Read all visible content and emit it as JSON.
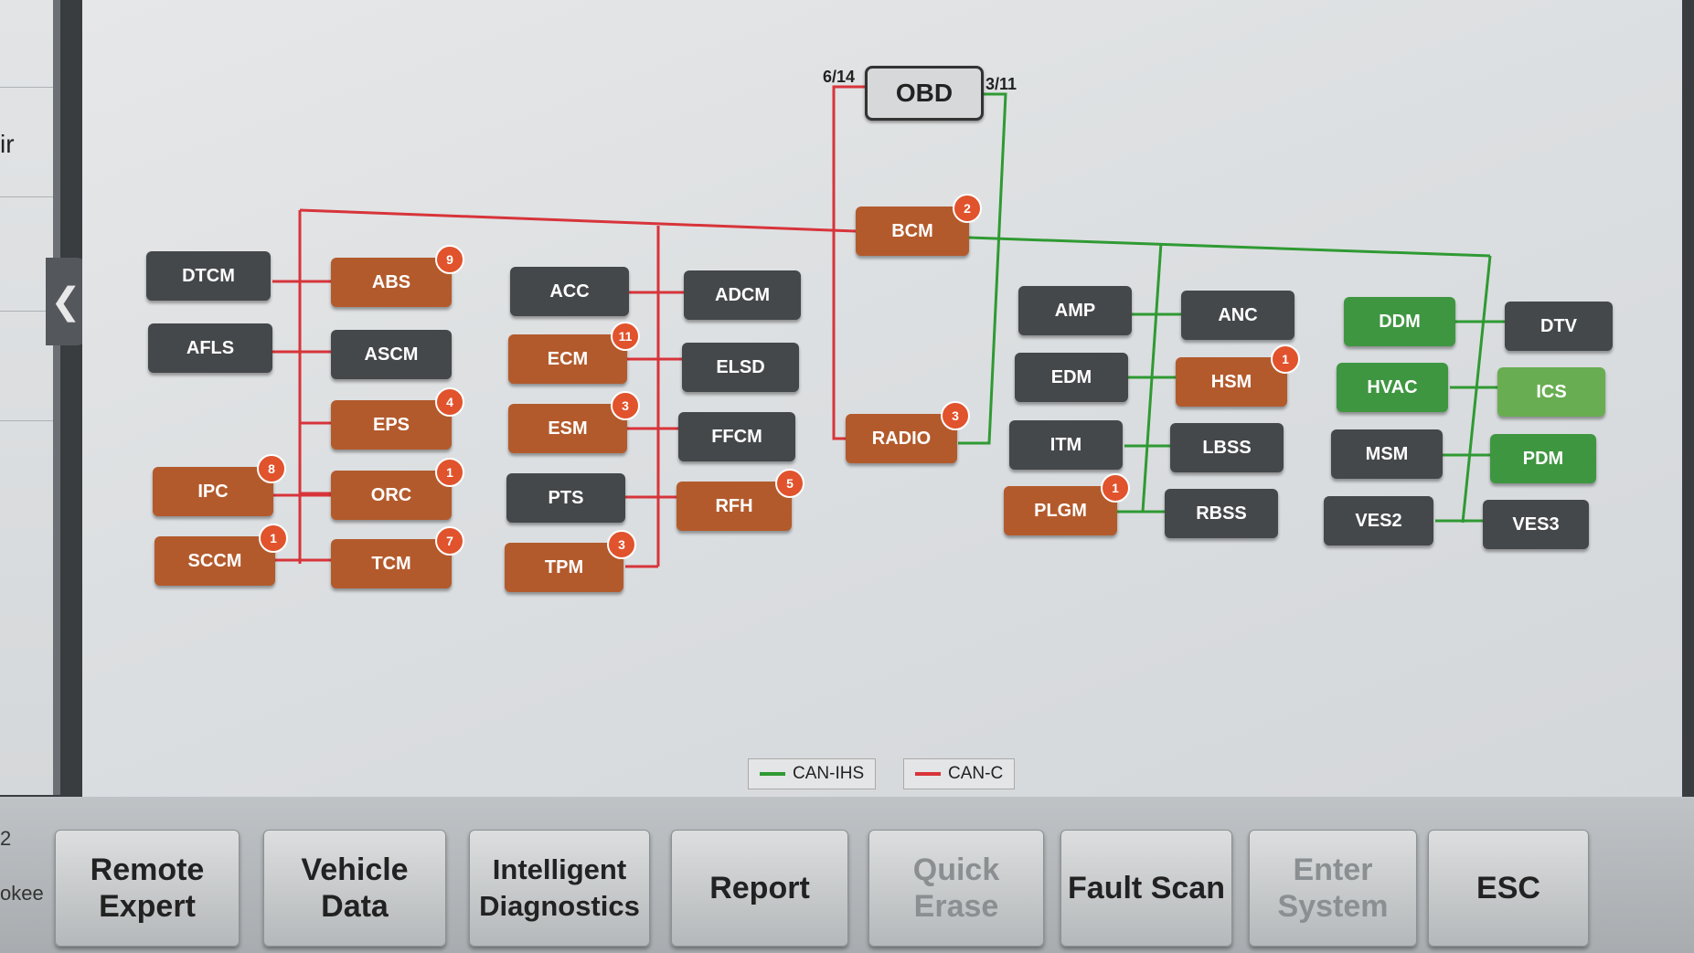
{
  "sidebar": {
    "partial_text_1": "ir",
    "partial_text_2": "2",
    "partial_text_3": "okee"
  },
  "gateway": {
    "label": "OBD",
    "pin_left": "6/14",
    "pin_right": "3/11"
  },
  "modules": [
    {
      "id": "DTCM",
      "label": "DTCM",
      "style": "dark"
    },
    {
      "id": "AFLS",
      "label": "AFLS",
      "style": "dark"
    },
    {
      "id": "IPC",
      "label": "IPC",
      "style": "orange",
      "faults": "8"
    },
    {
      "id": "SCCM",
      "label": "SCCM",
      "style": "orange",
      "faults": "1"
    },
    {
      "id": "ABS",
      "label": "ABS",
      "style": "orange",
      "faults": "9"
    },
    {
      "id": "ASCM",
      "label": "ASCM",
      "style": "dark"
    },
    {
      "id": "EPS",
      "label": "EPS",
      "style": "orange",
      "faults": "4"
    },
    {
      "id": "ORC",
      "label": "ORC",
      "style": "orange",
      "faults": "1"
    },
    {
      "id": "TCM",
      "label": "TCM",
      "style": "orange",
      "faults": "7"
    },
    {
      "id": "ACC",
      "label": "ACC",
      "style": "dark"
    },
    {
      "id": "ECM",
      "label": "ECM",
      "style": "orange",
      "faults": "11"
    },
    {
      "id": "ESM",
      "label": "ESM",
      "style": "orange",
      "faults": "3"
    },
    {
      "id": "PTS",
      "label": "PTS",
      "style": "dark"
    },
    {
      "id": "TPM",
      "label": "TPM",
      "style": "orange",
      "faults": "3"
    },
    {
      "id": "ADCM",
      "label": "ADCM",
      "style": "dark"
    },
    {
      "id": "ELSD",
      "label": "ELSD",
      "style": "dark"
    },
    {
      "id": "FFCM",
      "label": "FFCM",
      "style": "dark"
    },
    {
      "id": "RFH",
      "label": "RFH",
      "style": "orange",
      "faults": "5"
    },
    {
      "id": "BCM",
      "label": "BCM",
      "style": "orange",
      "faults": "2"
    },
    {
      "id": "RADIO",
      "label": "RADIO",
      "style": "orange",
      "faults": "3"
    },
    {
      "id": "AMP",
      "label": "AMP",
      "style": "dark"
    },
    {
      "id": "EDM",
      "label": "EDM",
      "style": "dark"
    },
    {
      "id": "ITM",
      "label": "ITM",
      "style": "dark"
    },
    {
      "id": "PLGM",
      "label": "PLGM",
      "style": "orange",
      "faults": "1"
    },
    {
      "id": "ANC",
      "label": "ANC",
      "style": "dark"
    },
    {
      "id": "HSM",
      "label": "HSM",
      "style": "orange",
      "faults": "1"
    },
    {
      "id": "LBSS",
      "label": "LBSS",
      "style": "dark"
    },
    {
      "id": "RBSS",
      "label": "RBSS",
      "style": "dark"
    },
    {
      "id": "DDM",
      "label": "DDM",
      "style": "green"
    },
    {
      "id": "HVAC",
      "label": "HVAC",
      "style": "green"
    },
    {
      "id": "MSM",
      "label": "MSM",
      "style": "dark"
    },
    {
      "id": "VES2",
      "label": "VES2",
      "style": "dark"
    },
    {
      "id": "DTV",
      "label": "DTV",
      "style": "dark"
    },
    {
      "id": "ICS",
      "label": "ICS",
      "style": "lgreen"
    },
    {
      "id": "PDM",
      "label": "PDM",
      "style": "green"
    },
    {
      "id": "VES3",
      "label": "VES3",
      "style": "dark"
    }
  ],
  "legend": [
    {
      "label": "CAN-IHS",
      "color": "#2f9a33"
    },
    {
      "label": "CAN-C",
      "color": "#d7343a"
    }
  ],
  "bottom_buttons": [
    {
      "label": "Remote\nExpert",
      "enabled": true
    },
    {
      "label": "Vehicle\nData",
      "enabled": true
    },
    {
      "label": "Intelligent\nDiagnostics",
      "enabled": true
    },
    {
      "label": "Report",
      "enabled": true
    },
    {
      "label": "Quick\nErase",
      "enabled": false
    },
    {
      "label": "Fault Scan",
      "enabled": true
    },
    {
      "label": "Enter\nSystem",
      "enabled": false
    },
    {
      "label": "ESC",
      "enabled": true
    }
  ]
}
